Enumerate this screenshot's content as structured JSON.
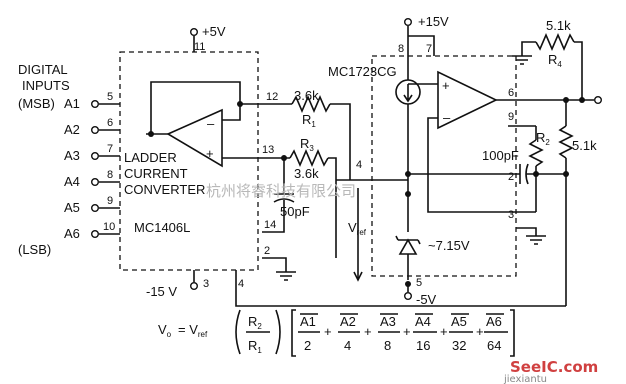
{
  "components": {
    "dac": {
      "name": "MC1406L",
      "function_lines": [
        "LADDER",
        "CURRENT",
        "CONVERTER"
      ]
    },
    "regulator": {
      "name": "MC1723CG",
      "zener_voltage": "~7.15V"
    },
    "r1": {
      "name": "R",
      "sub": "1",
      "value": "3.6k"
    },
    "r3": {
      "name": "R",
      "sub": "3",
      "value": "3.6k"
    },
    "r2": {
      "name": "R",
      "sub": "2",
      "value": "5.1k"
    },
    "r4": {
      "name": "R",
      "sub": "4",
      "value": "5.1k"
    },
    "c_comp": {
      "value": "50pF"
    },
    "c_fb": {
      "value": "100pF"
    }
  },
  "inputs": {
    "title_line1": "DIGITAL",
    "title_line2": "INPUTS",
    "msb": "(MSB)",
    "lsb": "(LSB)",
    "bits": [
      "A1",
      "A2",
      "A3",
      "A4",
      "A5",
      "A6"
    ],
    "bit_pins": [
      "5",
      "6",
      "7",
      "8",
      "9",
      "10"
    ]
  },
  "supplies": {
    "dac_pos": "+5V",
    "dac_neg": "-15 V",
    "reg_pos": "+15V",
    "reg_neg": "-5V"
  },
  "pins": {
    "dac_vcc": "11",
    "dac_out": "12",
    "dac_noninv": "13",
    "dac_comp": "14",
    "dac_gnd": "2",
    "dac_vee": "3",
    "dac_vref_out": "4",
    "reg_v8": "8",
    "reg_v7": "7",
    "reg_out": "6",
    "reg_fb": "9",
    "reg_comp": "2",
    "reg_gnd": "3",
    "reg_ref": "4",
    "reg_vneg": "5"
  },
  "labels": {
    "vref": "V",
    "vref_sub": "ref"
  },
  "formula": {
    "lhs": "V",
    "lhs_sub": "o",
    "eq": "= V",
    "eq_sub": "ref",
    "r_num": "R",
    "r_num_sub": "2",
    "r_den": "R",
    "r_den_sub": "1",
    "terms": [
      {
        "bit": "A1",
        "den": "2"
      },
      {
        "bit": "A2",
        "den": "4"
      },
      {
        "bit": "A3",
        "den": "8"
      },
      {
        "bit": "A4",
        "den": "16"
      },
      {
        "bit": "A5",
        "den": "32"
      },
      {
        "bit": "A6",
        "den": "64"
      }
    ],
    "plus": "+"
  },
  "watermark": {
    "text": "杭州将睿科技有限公司",
    "site": "jiexiantu",
    "brand": "SeeIC.com"
  }
}
